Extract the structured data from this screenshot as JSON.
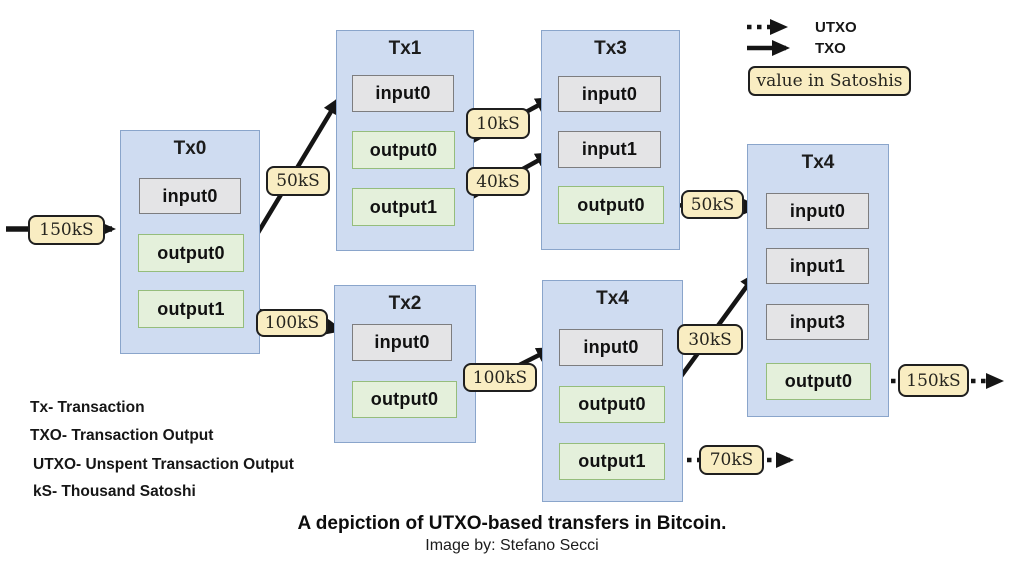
{
  "legend": {
    "utxo_label": "UTXO",
    "txo_label": "TXO",
    "utxo_icon": "dotted-arrow-icon",
    "txo_icon": "solid-arrow-icon",
    "value_note": "value in Satoshis"
  },
  "transactions": {
    "tx0": {
      "title": "Tx0",
      "slots": [
        {
          "type": "input",
          "label": "input0"
        },
        {
          "type": "output",
          "label": "output0"
        },
        {
          "type": "output",
          "label": "output1"
        }
      ]
    },
    "tx1": {
      "title": "Tx1",
      "slots": [
        {
          "type": "input",
          "label": "input0"
        },
        {
          "type": "output",
          "label": "output0"
        },
        {
          "type": "output",
          "label": "output1"
        }
      ]
    },
    "tx2": {
      "title": "Tx2",
      "slots": [
        {
          "type": "input",
          "label": "input0"
        },
        {
          "type": "output",
          "label": "output0"
        }
      ]
    },
    "tx3": {
      "title": "Tx3",
      "slots": [
        {
          "type": "input",
          "label": "input0"
        },
        {
          "type": "input",
          "label": "input1"
        },
        {
          "type": "output",
          "label": "output0"
        }
      ]
    },
    "tx4_mid": {
      "title": "Tx4",
      "slots": [
        {
          "type": "input",
          "label": "input0"
        },
        {
          "type": "output",
          "label": "output0"
        },
        {
          "type": "output",
          "label": "output1"
        }
      ]
    },
    "tx4_right": {
      "title": "Tx4",
      "slots": [
        {
          "type": "input",
          "label": "input0"
        },
        {
          "type": "input",
          "label": "input1"
        },
        {
          "type": "input",
          "label": "input3"
        },
        {
          "type": "output",
          "label": "output0"
        }
      ]
    }
  },
  "value_labels": {
    "entry": "150kS",
    "tx0_out0_to_tx1": "50kS",
    "tx0_out1_to_tx2": "100kS",
    "tx1_out0_to_tx3": "10kS",
    "tx1_out1_to_tx3": "40kS",
    "tx3_out0_to_tx4": "50kS",
    "tx2_out0_to_tx4": "100kS",
    "tx4mid_out0_to_tx4right": "30kS",
    "tx4mid_out1_utxo": "70kS",
    "tx4right_out0_utxo": "150kS"
  },
  "definitions": [
    "Tx- Transaction",
    "TXO- Transaction Output",
    "UTXO- Unspent Transaction Output",
    "kS- Thousand Satoshi"
  ],
  "caption": {
    "title": "A depiction of UTXO-based transfers in Bitcoin.",
    "credit": "Image by: Stefano Secci"
  },
  "colors": {
    "tx_box_fill": "#cfdcf1",
    "tx_box_border": "#8aa5cb",
    "input_fill": "#e4e4e6",
    "input_border": "#7d7d7f",
    "output_fill": "#e4f0db",
    "output_border": "#95bd7c",
    "label_fill": "#f9edc2",
    "label_border": "#1f1f1f",
    "arrow": "#151515"
  }
}
